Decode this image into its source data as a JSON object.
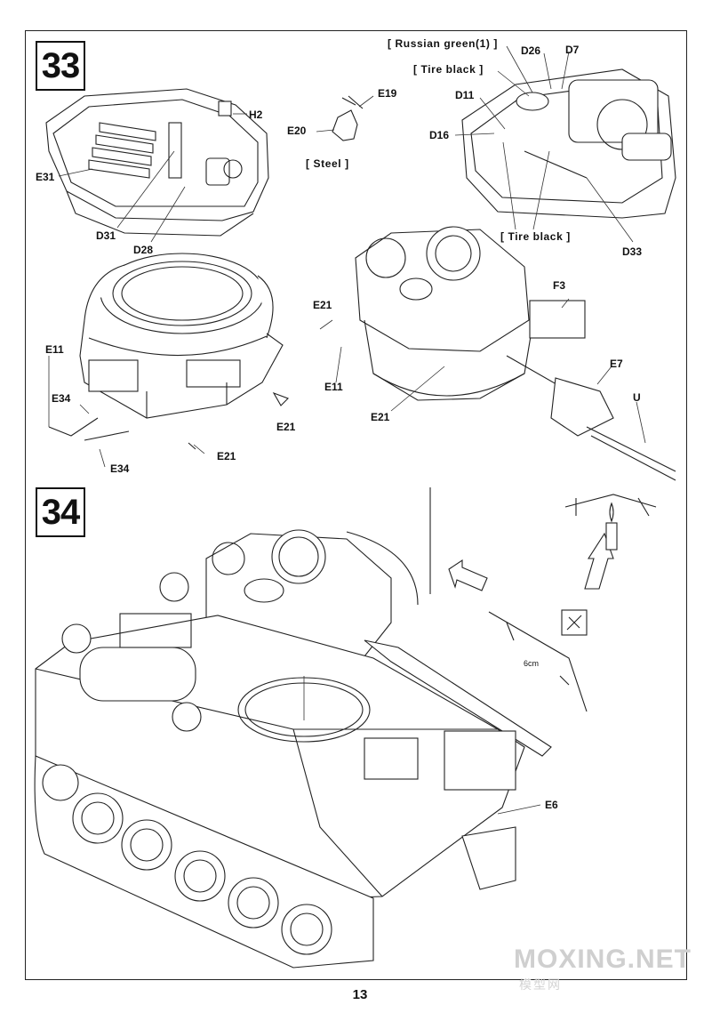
{
  "page_number": "13",
  "watermark": {
    "latin": "MOXING.NET",
    "cjk": "模型网"
  },
  "step33": {
    "number": "33",
    "callouts": {
      "H2": "H2",
      "E31": "E31",
      "D31": "D31",
      "D28": "D28",
      "E19": "E19",
      "E20": "E20",
      "D26": "D26",
      "D7": "D7",
      "D11": "D11",
      "D16": "D16",
      "D33": "D33",
      "F3": "F3",
      "E7": "E7",
      "U": "U",
      "E11_left": "E11",
      "E34_top": "E34",
      "E34_bottom": "E34",
      "E21_right": "E21",
      "E21_bottom": "E21",
      "E21_turret": "E21",
      "E11_turret": "E11",
      "E21_mid": "E21"
    },
    "notes": {
      "steel": "[ Steel ]",
      "russian_green": "[ Russian green(1) ]",
      "tire_black_top": "[ Tire black ]",
      "tire_black_bottom": "[ Tire black ]"
    }
  },
  "step34": {
    "number": "34",
    "callouts": {
      "E6": "E6"
    },
    "measure": "6cm"
  }
}
